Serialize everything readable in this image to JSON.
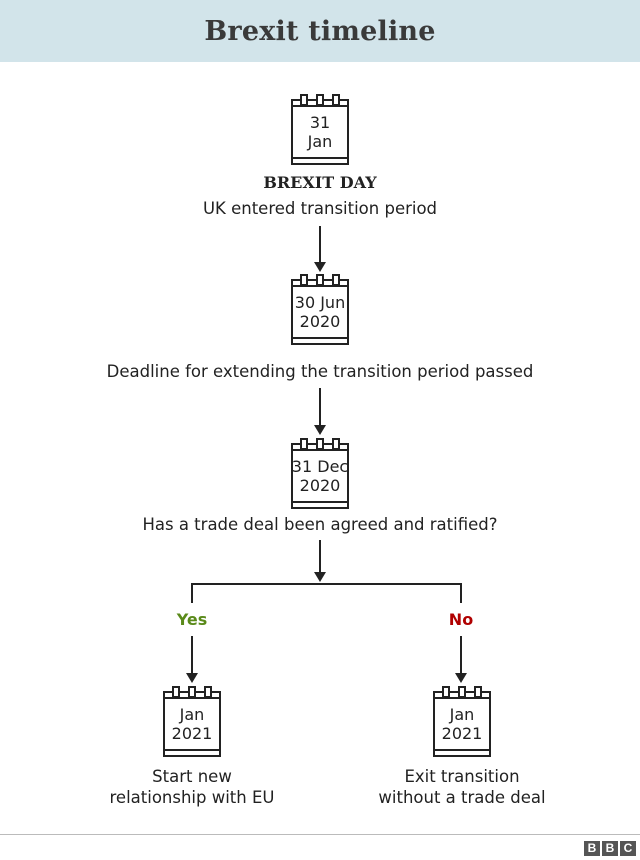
{
  "title": "Brexit timeline",
  "steps": [
    {
      "date_line1": "31",
      "date_line2": "Jan",
      "heading": "BREXIT DAY",
      "caption": "UK entered transition period"
    },
    {
      "date_line1": "30 Jun",
      "date_line2": "2020",
      "caption": "Deadline for extending the transition period passed"
    },
    {
      "date_line1": "31 Dec",
      "date_line2": "2020",
      "caption": "Has a trade deal been agreed and ratified?"
    }
  ],
  "branches": [
    {
      "label": "Yes",
      "color": "#5a8a1a",
      "date_line1": "Jan",
      "date_line2": "2021",
      "caption_line1": "Start new",
      "caption_line2": "relationship with EU"
    },
    {
      "label": "No",
      "color": "#b00000",
      "date_line1": "Jan",
      "date_line2": "2021",
      "caption_line1": "Exit transition",
      "caption_line2": "without a trade deal"
    }
  ],
  "logo": {
    "letters": [
      "B",
      "B",
      "C"
    ]
  }
}
